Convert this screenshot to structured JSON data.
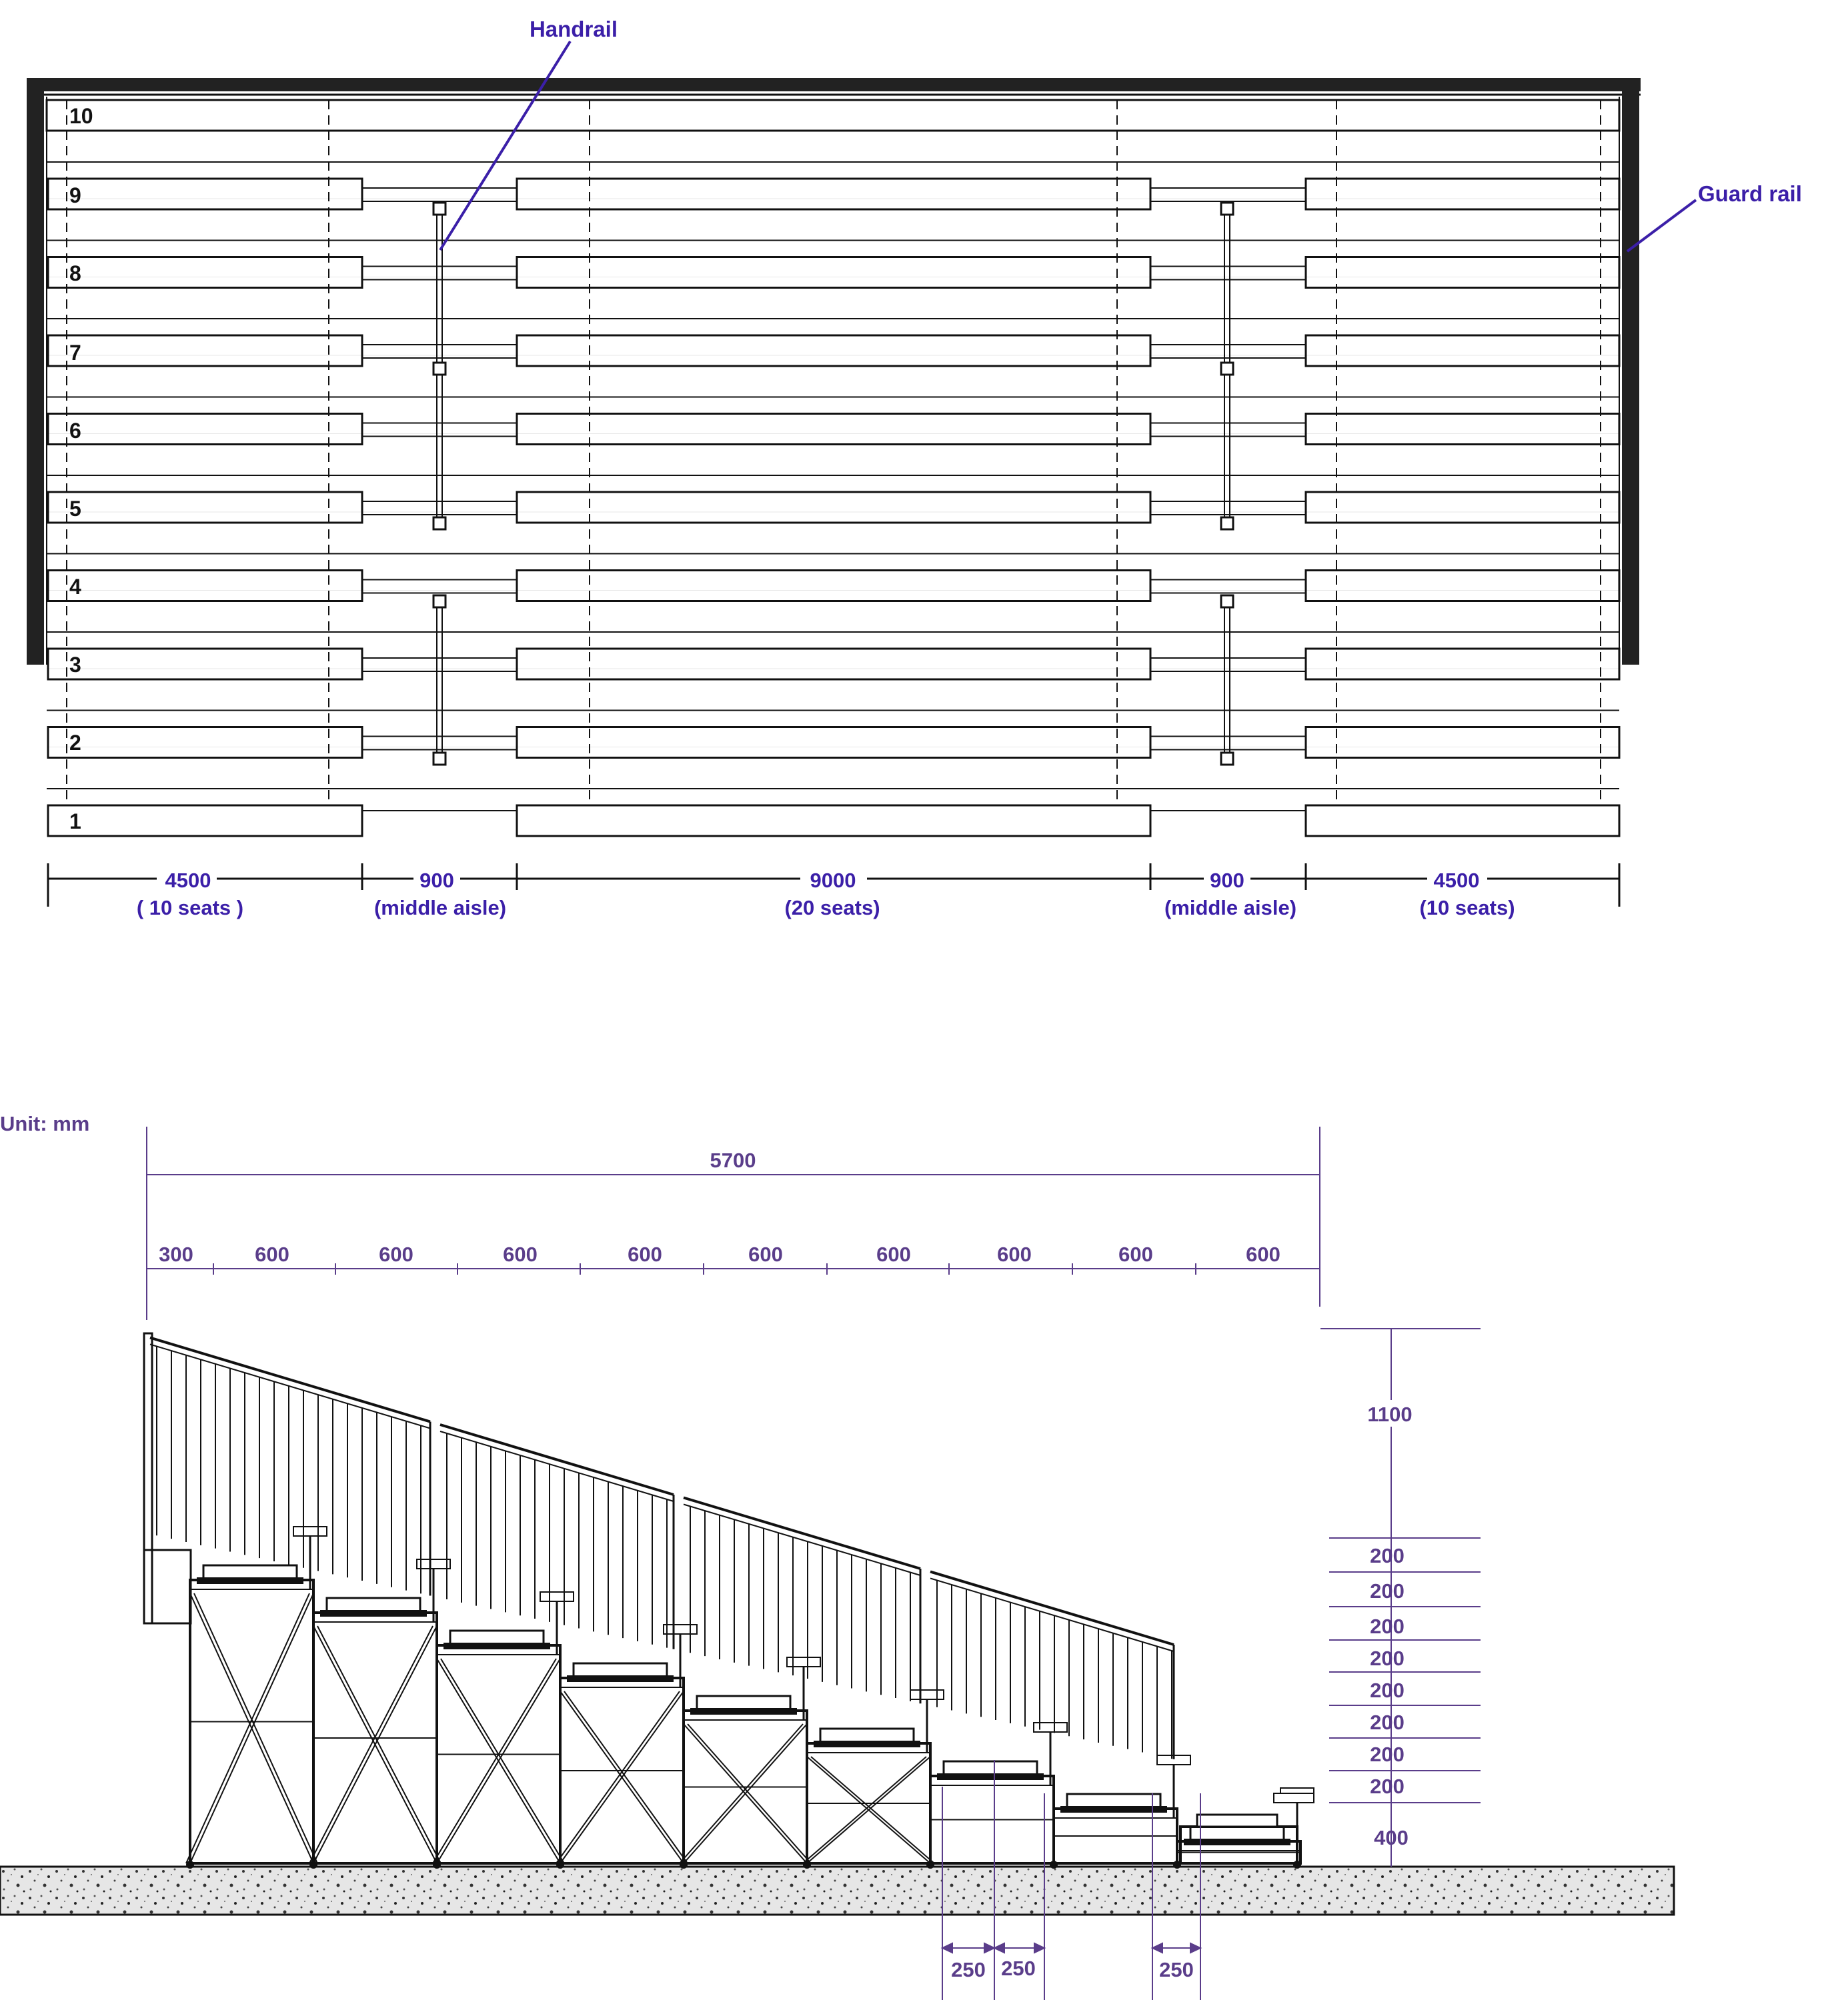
{
  "colors": {
    "line": "#111111",
    "annotation": "#3b1fa8",
    "dimension": "#5a3d8a",
    "ground_fill": "#d8d8d8"
  },
  "plan": {
    "rows": [
      "1",
      "2",
      "3",
      "4",
      "5",
      "6",
      "7",
      "8",
      "9",
      "10"
    ],
    "handrail_label": "Handrail",
    "guardrail_label": "Guard rail",
    "width_dimensions": [
      {
        "value": "4500",
        "note": "( 10 seats )"
      },
      {
        "value": "900",
        "note": "(middle aisle)"
      },
      {
        "value": "9000",
        "note": "(20 seats)"
      },
      {
        "value": "900",
        "note": "(middle aisle)"
      },
      {
        "value": "4500",
        "note": "(10 seats)"
      }
    ]
  },
  "section": {
    "unit_label": "Unit: mm",
    "total_depth": "5700",
    "row_depths": [
      "300",
      "600",
      "600",
      "600",
      "600",
      "600",
      "600",
      "600",
      "600",
      "600"
    ],
    "guard_height": "1100",
    "riser_heights": [
      "200",
      "200",
      "200",
      "200",
      "200",
      "200",
      "200",
      "200"
    ],
    "first_riser": "400",
    "seat_offsets": [
      "250",
      "250",
      "250"
    ]
  }
}
